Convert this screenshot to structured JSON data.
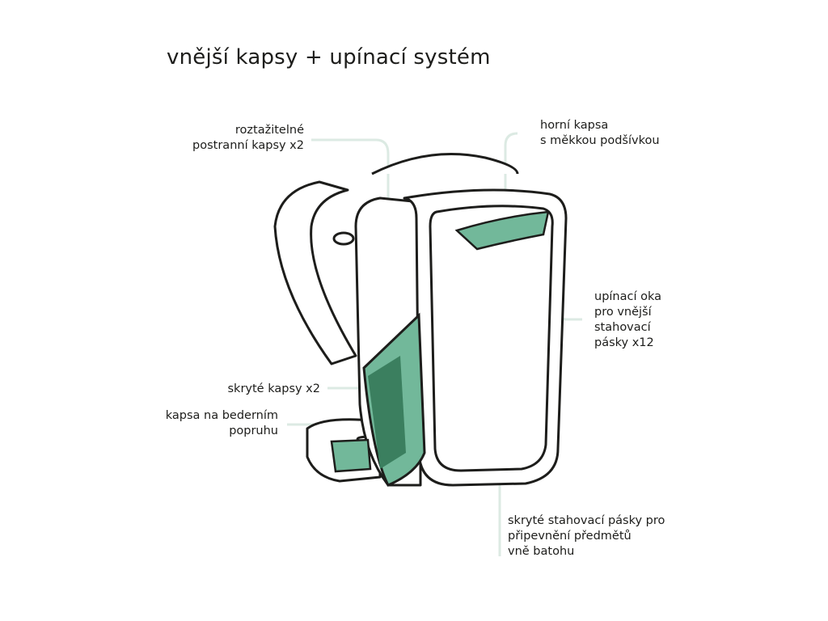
{
  "title": "vnější kapsy + upínací systém",
  "labels": {
    "side_pockets": "roztažitelné\npostranní kapsy x2",
    "top_pocket": "horní kapsa\ns měkkou podšívkou",
    "attachment_loops": "upínací oka\npro vnější\nstahovací\npásky x12",
    "hidden_pockets": "skryté kapsy x2",
    "hip_belt_pocket": "kapsa na bederním\npopruhu",
    "hidden_straps": "skryté stahovací pásky pro\npřipevnění předmětů\nvně batohu"
  },
  "colors": {
    "highlight": "#72b89a",
    "highlight_dark": "#3b7f5f",
    "leader": "#dceae3",
    "outline": "#1d1d1b"
  }
}
